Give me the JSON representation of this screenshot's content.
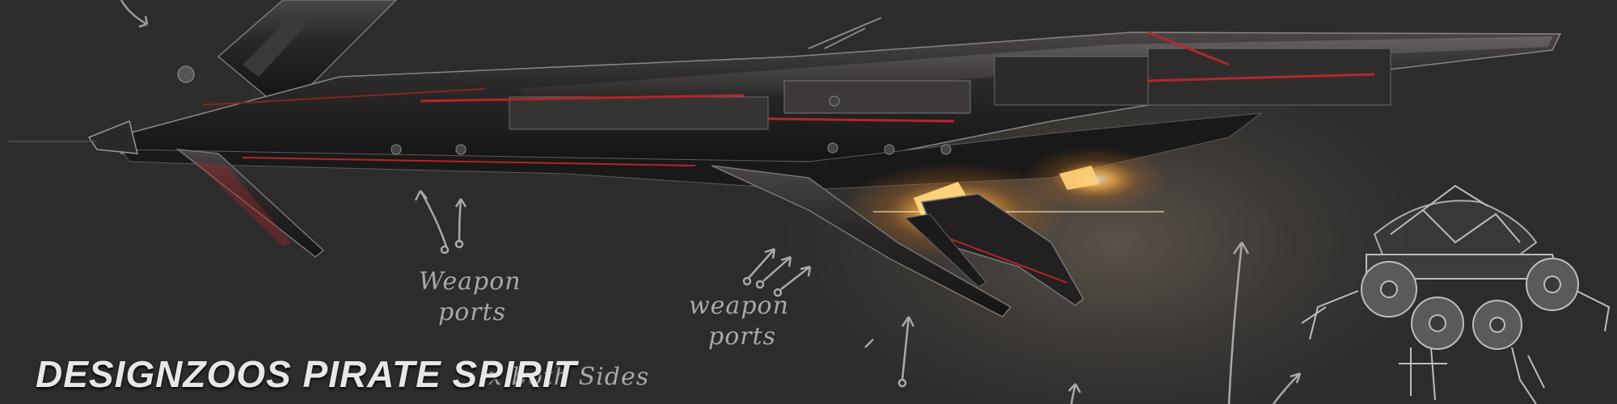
{
  "image": {
    "title": "DESIGNZOOS PIRATE SPIRIT",
    "annotations": {
      "weapon_ports_1": [
        "Weapon",
        "ports"
      ],
      "weapon_ports_2": [
        "weapon",
        "ports"
      ],
      "both_sides": "x both Sides"
    },
    "colors": {
      "background": "#2c2c2c",
      "hull": "#1e1d1d",
      "accent_red": "#b3262b",
      "engine_glow": "#ffb347",
      "sketch_lines": "#a9a9a9"
    }
  }
}
